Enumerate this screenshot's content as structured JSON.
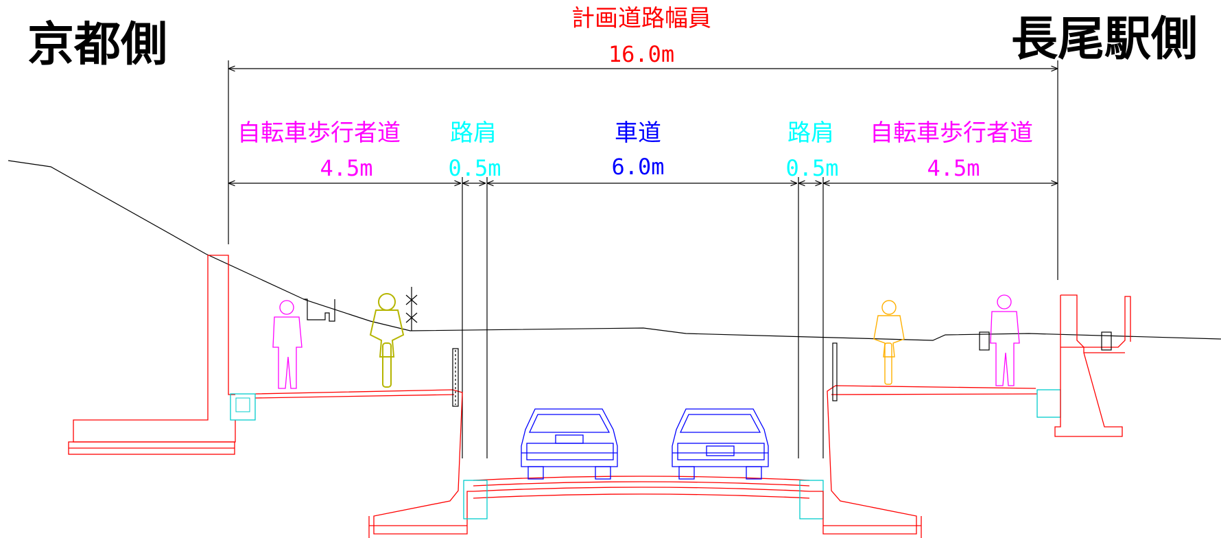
{
  "sides": {
    "left": "京都側",
    "right": "長尾駅側"
  },
  "total": {
    "label": "計画道路幅員",
    "value": "16.0m"
  },
  "sections": [
    {
      "label": "自転車歩行者道",
      "value": "4.5m"
    },
    {
      "label": "路肩",
      "value": "0.5m"
    },
    {
      "label": "車道",
      "value": "6.0m"
    },
    {
      "label": "路肩",
      "value": "0.5m"
    },
    {
      "label": "自転車歩行者道",
      "value": "4.5m"
    }
  ],
  "colors": {
    "total": "#ff0000",
    "sidewalk": "#ff00ff",
    "shoulder": "#00ffff",
    "roadway": "#0000ff",
    "structure": "#ff0000",
    "car": "#0000ff",
    "cyclist_left": "#b5b500",
    "cyclist_right": "#ffb000",
    "pedestrian": "#ff00ff"
  }
}
